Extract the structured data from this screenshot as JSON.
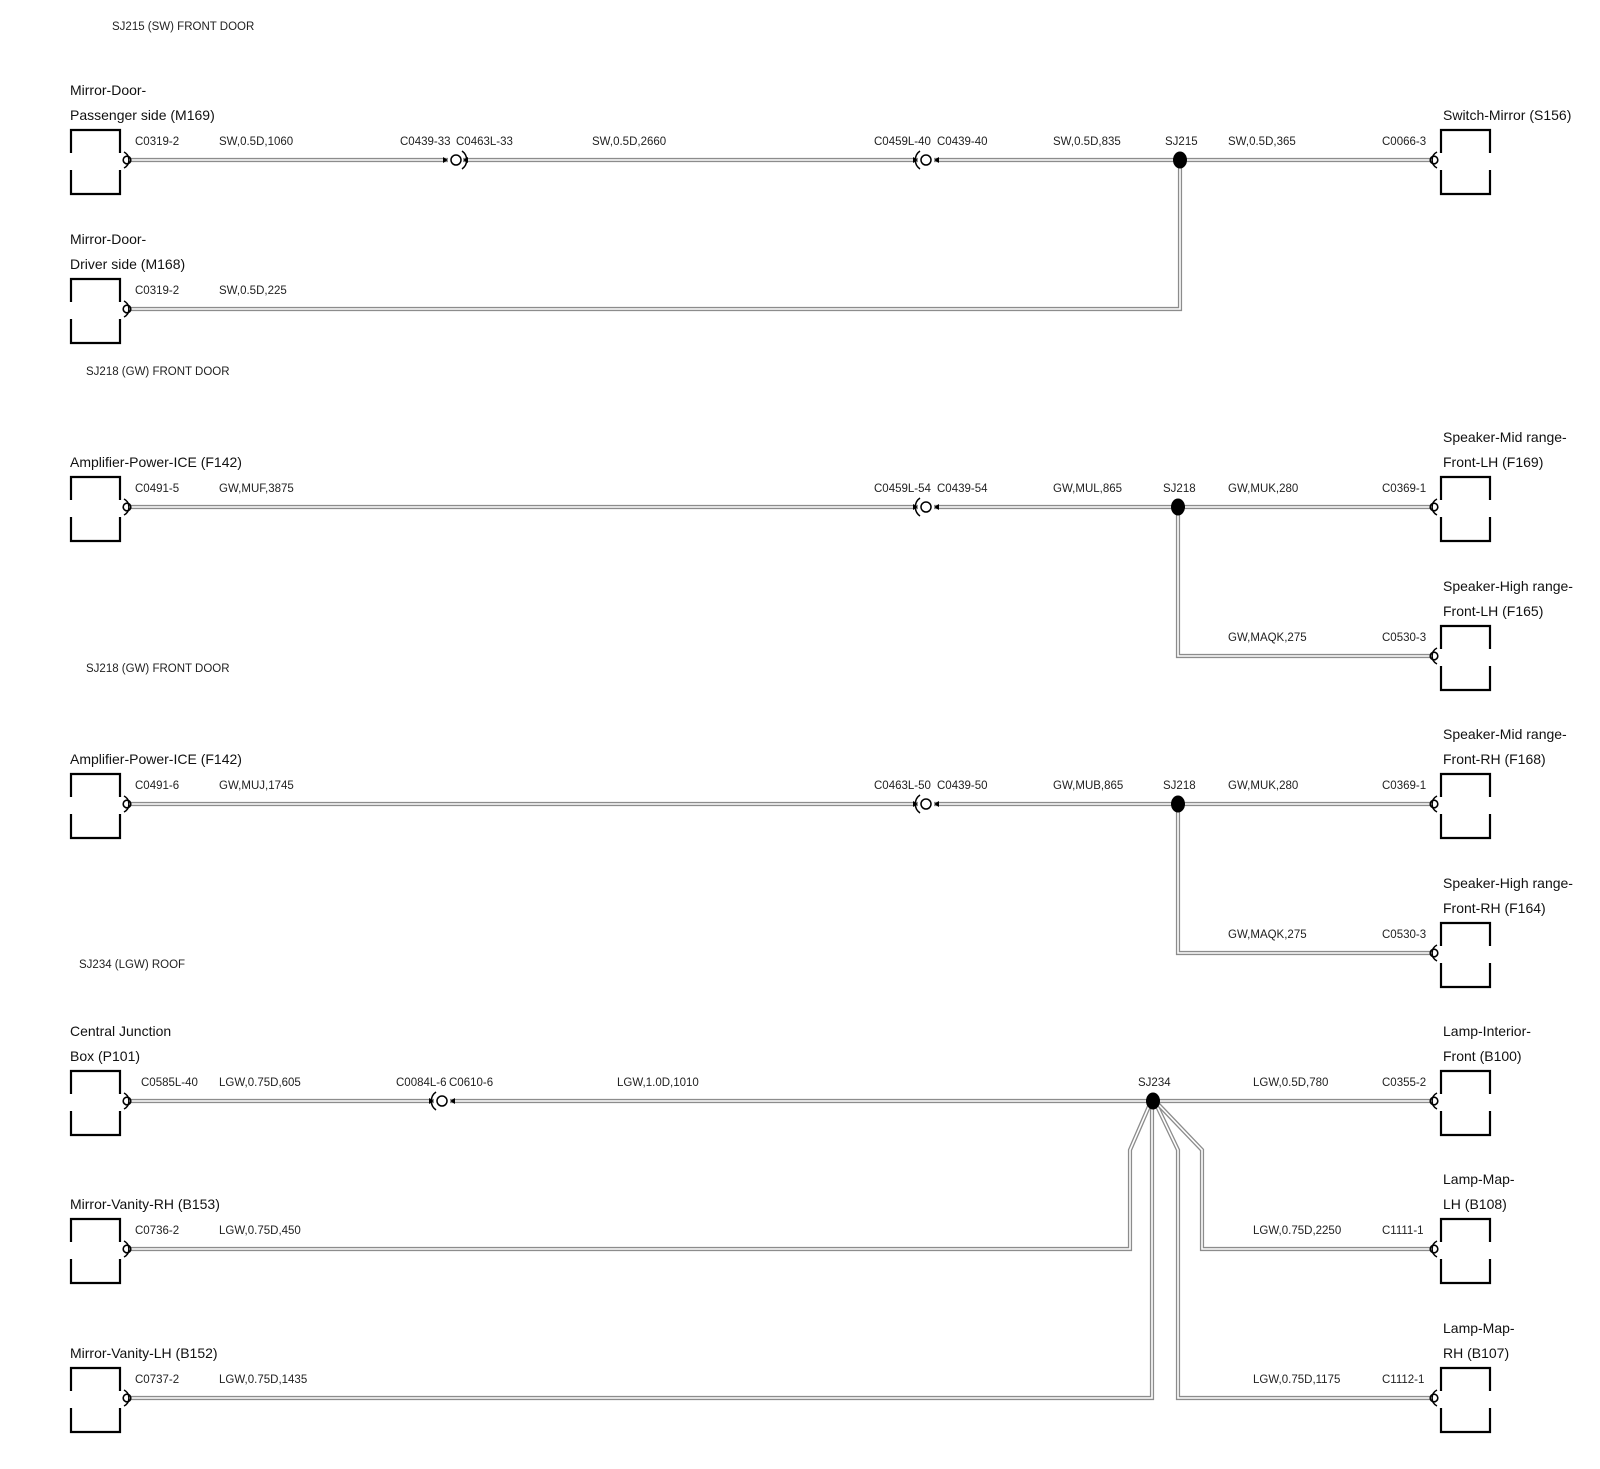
{
  "sections": [
    {
      "title": "SJ215 (SW) FRONT DOOR",
      "splice": "SJ215",
      "components": [
        {
          "lines": [
            "Mirror-Door-",
            "Passenger side (M169)"
          ],
          "pin": "C0319-2"
        },
        {
          "lines": [
            "Mirror-Door-",
            "Driver side (M168)"
          ],
          "pin": "C0319-2"
        },
        {
          "lines": [
            "Switch-Mirror (S156)"
          ],
          "pin": "C0066-3"
        }
      ],
      "wires": [
        "SW,0.5D,1060",
        "SW,0.5D,2660",
        "SW,0.5D,835",
        "SW,0.5D,365",
        "SW,0.5D,225"
      ],
      "connectors": [
        {
          "left": "C0439-33",
          "right": "C0463L-33"
        },
        {
          "left": "C0459L-40",
          "right": "C0439-40"
        }
      ]
    },
    {
      "title": "SJ218 (GW) FRONT DOOR",
      "splice": "SJ218",
      "components": [
        {
          "lines": [
            "Amplifier-Power-ICE (F142)"
          ],
          "pin": "C0491-5"
        },
        {
          "lines": [
            "Speaker-Mid range-",
            "Front-LH (F169)"
          ],
          "pin": "C0369-1"
        },
        {
          "lines": [
            "Speaker-High range-",
            "Front-LH (F165)"
          ],
          "pin": "C0530-3"
        }
      ],
      "wires": [
        "GW,MUF,3875",
        "GW,MUL,865",
        "GW,MUK,280",
        "GW,MAQK,275"
      ],
      "connectors": [
        {
          "left": "C0459L-54",
          "right": "C0439-54"
        }
      ]
    },
    {
      "title": "SJ218 (GW) FRONT DOOR",
      "splice": "SJ218",
      "components": [
        {
          "lines": [
            "Amplifier-Power-ICE (F142)"
          ],
          "pin": "C0491-6"
        },
        {
          "lines": [
            "Speaker-Mid range-",
            "Front-RH (F168)"
          ],
          "pin": "C0369-1"
        },
        {
          "lines": [
            "Speaker-High range-",
            "Front-RH (F164)"
          ],
          "pin": "C0530-3"
        }
      ],
      "wires": [
        "GW,MUJ,1745",
        "GW,MUB,865",
        "GW,MUK,280",
        "GW,MAQK,275"
      ],
      "connectors": [
        {
          "left": "C0463L-50",
          "right": "C0439-50"
        }
      ]
    },
    {
      "title": "SJ234 (LGW) ROOF",
      "splice": "SJ234",
      "components": [
        {
          "lines": [
            "Central Junction",
            "Box (P101)"
          ],
          "pin": "C0585L-40"
        },
        {
          "lines": [
            "Mirror-Vanity-RH (B153)"
          ],
          "pin": "C0736-2"
        },
        {
          "lines": [
            "Mirror-Vanity-LH (B152)"
          ],
          "pin": "C0737-2"
        },
        {
          "lines": [
            "Lamp-Interior-",
            "Front (B100)"
          ],
          "pin": "C0355-2"
        },
        {
          "lines": [
            "Lamp-Map-",
            "LH (B108)"
          ],
          "pin": "C1111-1"
        },
        {
          "lines": [
            "Lamp-Map-",
            "RH (B107)"
          ],
          "pin": "C1112-1"
        }
      ],
      "wires": [
        "LGW,0.75D,605",
        "LGW,1.0D,1010",
        "LGW,0.75D,450",
        "LGW,0.75D,1435",
        "LGW,0.5D,780",
        "LGW,0.75D,2250",
        "LGW,0.75D,1175"
      ],
      "connectors": [
        {
          "left": "C0084L-6",
          "right": "C0610-6"
        }
      ]
    }
  ]
}
